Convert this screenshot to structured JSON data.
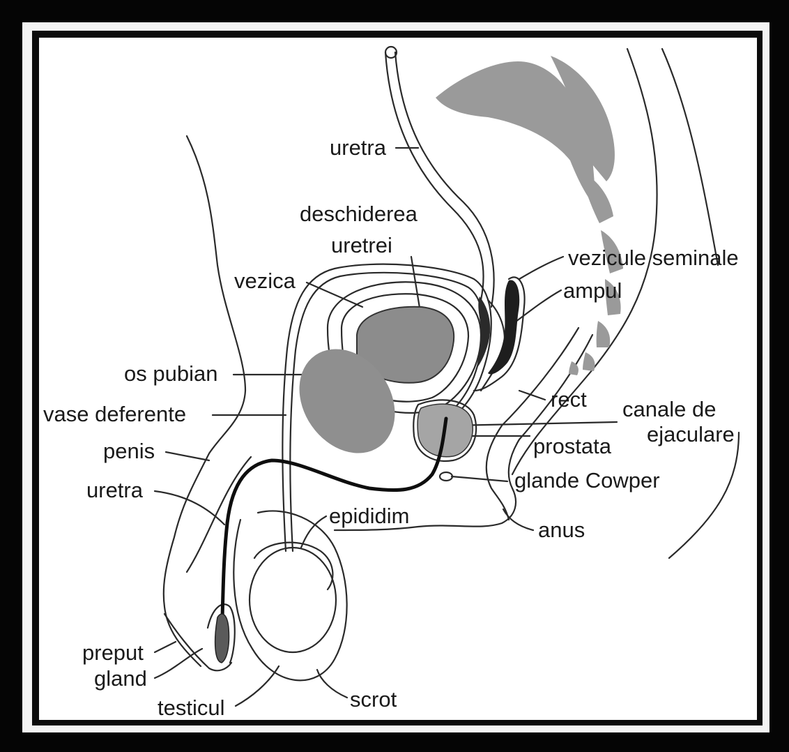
{
  "labels": {
    "uretra_top": "uretra",
    "deschiderea": "deschiderea",
    "uretrei": "uretrei",
    "vezica": "vezica",
    "os_pubian": "os pubian",
    "vase_deferente": "vase deferente",
    "penis": "penis",
    "uretra_bottom": "uretra",
    "prepuț": "preput",
    "gland": "gland",
    "testicul": "testicul",
    "scrot": "scrot",
    "epididim": "epididim",
    "vezicule_seminale": "vezicule seminale",
    "ampul": "ampul",
    "rect": "rect",
    "canale_de": "canale de",
    "ejaculare": "ejaculare",
    "prostata": "prostata",
    "glande_cowper": "glande Cowper",
    "anus": "anus"
  },
  "colors": {
    "outline": "#2a2a2a",
    "organ_fill": "#8c8c8c",
    "bone_fill": "#9a9a9a",
    "frame": "#000000"
  }
}
